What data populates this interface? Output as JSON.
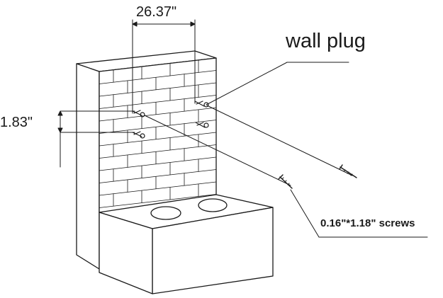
{
  "dimensions": {
    "width_label": "26.37\"",
    "height_label": "1.83\""
  },
  "callouts": {
    "wall_plug": "wall plug",
    "screws": "0.16\"*1.18\" screws"
  },
  "colors": {
    "line": "#1a1a1a",
    "background": "#ffffff"
  }
}
